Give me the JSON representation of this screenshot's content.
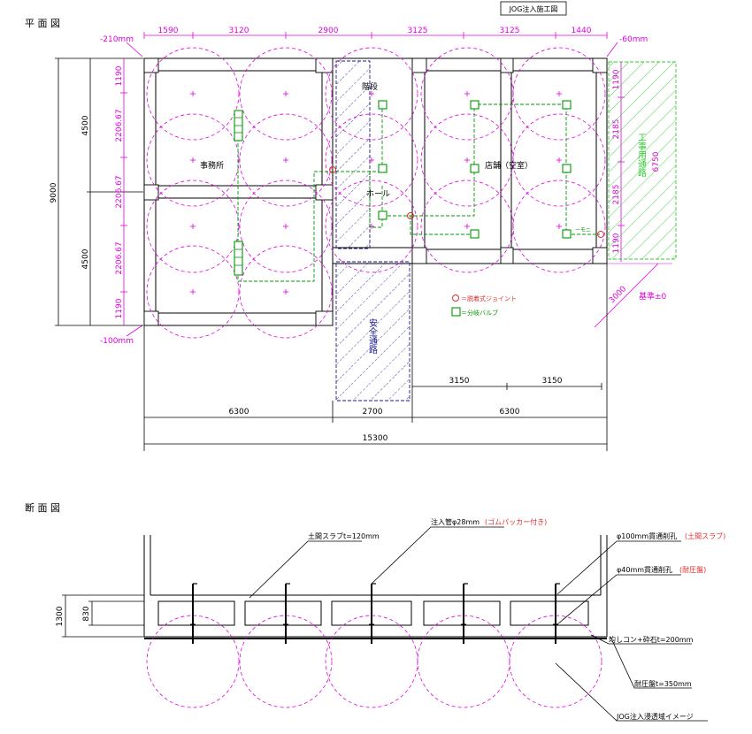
{
  "title": "JOG注入施工図",
  "plan": {
    "heading": "平 面 図",
    "top_dims": [
      "1590",
      "3120",
      "2900",
      "3125",
      "3125",
      "1440"
    ],
    "offset_left_top": "-210mm",
    "offset_right_top": "-60mm",
    "offset_left_bottom": "-100mm",
    "left_dims_outer": [
      "4500",
      "4500"
    ],
    "left_total": "9000",
    "left_dims_inner": [
      "1190",
      "2206.67",
      "2206.67",
      "2206.67",
      "1190"
    ],
    "right_dims": [
      "1190",
      "2185",
      "2185",
      "1190"
    ],
    "right_total": "6750",
    "rooms": {
      "office": "事務所",
      "stairs": "階段",
      "hall": "ホール",
      "shop": "店舗（空室）",
      "safe_path": "安全通路",
      "construction": "工事用通路"
    },
    "bottom_dims": [
      "6300",
      "2700",
      "6300"
    ],
    "bottom_total": "15300",
    "sub_dims": [
      "3150",
      "3150"
    ],
    "reference": "基準±0",
    "diag_dim": "3000",
    "label_misc": "ーモニ",
    "legend": {
      "joint": "＝脱着式ジョイント",
      "valve": "＝分岐バルブ"
    }
  },
  "section": {
    "heading": "断 面 図",
    "dim_total": "1300",
    "dim_inner": "830",
    "labels": {
      "slab": "土間スラブt=120mm",
      "pipe": "注入管φ28mm",
      "pipe_note": "(ゴムパッカー付き)",
      "hole100": "φ100mm貫通削孔",
      "hole100_note": "(土間スラブ)",
      "hole40": "φ40mm貫通削孔",
      "hole40_note": "(耐圧盤)",
      "base": "均しコン+砕石t=200mm",
      "mat": "耐圧盤t=350mm",
      "zone": "JOG注入浸透域イメージ"
    }
  },
  "colors": {
    "line": "#000000",
    "magenta": "#e000e0",
    "green": "#009900",
    "navy": "#1a1a8c",
    "lime": "#33cc33",
    "red": "#e03030"
  }
}
